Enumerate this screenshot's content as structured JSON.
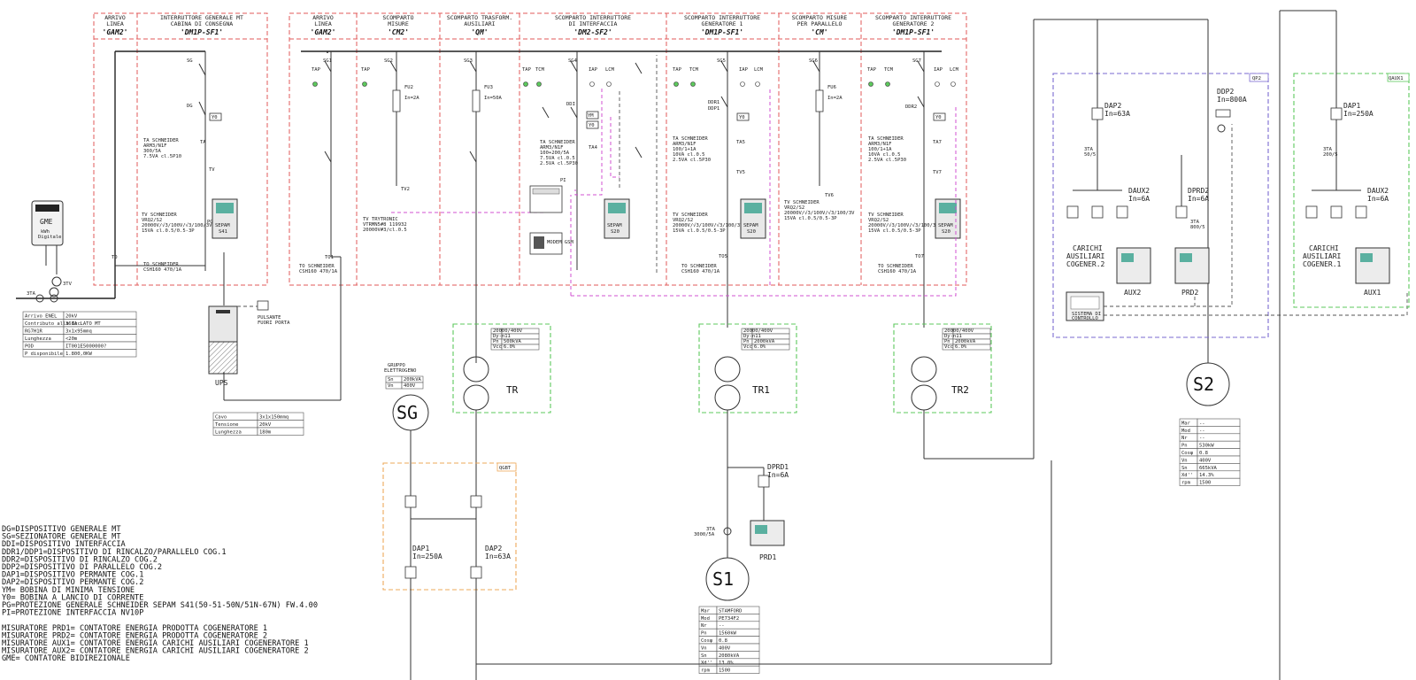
{
  "panels": [
    {
      "title": "ARRIVO\nLINEA",
      "name": "'GAM2'"
    },
    {
      "title": "INTERRUTTORE GENERALE MT\nCABINA DI CONSEGNA",
      "name": "'DM1P-SF1'"
    },
    {
      "title": "ARRIVO\nLINEA",
      "name": "'GAM2'"
    },
    {
      "title": "SCOMPARTO\nMISURE",
      "name": "'CM2'"
    },
    {
      "title": "SCOMPARTO TRASFORM.\nAUSILIARI",
      "name": "'QM'"
    },
    {
      "title": "SCOMPARTO INTERRUTTORE\nDI INTERFACCIA",
      "name": "'DM2-SF2'"
    },
    {
      "title": "SCOMPARTO INTERRUTTORE\nGENERATORE 1",
      "name": "'DM1P-SF1'"
    },
    {
      "title": "SCOMPARTO MISURE\nPER PARALLELO",
      "name": "'CM'"
    },
    {
      "title": "SCOMPARTO INTERRUTTORE\nGENERATORE 2",
      "name": "'DM1P-SF1'"
    }
  ],
  "labels": {
    "sg": "SG",
    "sg1": "SG1",
    "sg2": "SG2",
    "sg3": "SG3",
    "sg4": "SG4",
    "sg5": "SG5",
    "sg6": "SG6",
    "sg7": "SG7",
    "dg": "DG",
    "ddi": "DDI",
    "ddr1": "DDR1\nDDP1",
    "ddr2": "DDR2",
    "fu2": "FU2",
    "fu2v": "In=2A",
    "fu3": "FU3",
    "fu3v": "In=50A",
    "fu6": "FU6",
    "fu6v": "In=2A",
    "ta": "TA",
    "ta4": "TA4",
    "ta5": "TA5",
    "ta7": "TA7",
    "tv": "TV",
    "tv2": "TV2",
    "tv5": "TV5",
    "tv6": "TV6",
    "tv7": "TV7",
    "to": "TO",
    "to1": "TO1",
    "to5": "TO5",
    "to7": "TO7",
    "y0": "Y0",
    "ym": "YM",
    "pg": "PG",
    "pi": "PI",
    "tap": "TAP",
    "tcm": "TCM",
    "iap": "IAP",
    "lcm": "LCM",
    "sepam1": "SEPAM\nS41",
    "sepam2": "SEPAM\nS20",
    "sepam3": "SEPAM\nS20",
    "sepam4": "SEPAM\nS20",
    "gme_title": "GME",
    "gme_sub": "kWh\nDigitale",
    "ta3": "3TA",
    "tv3": "3TV",
    "ups": "UPS",
    "pulsante": "PULSANTE\nFUORI PORTA",
    "to_schneider": "TO SCHNEIDER\nCSH160 470/1A",
    "ta_schneider_1": "TA SCHNEIDER\nARM3/N1F\n300/5A\n7.5VA cl.5P10",
    "ta_schneider_4": "TA SCHNEIDER\nARM3/N1F\n100+200/5A\n7.5VA cl.0.5\n2.5VA cl.5P30",
    "ta_schneider_5": "TA SCHNEIDER\nARM3/N1F\n100/1+1A\n10VA cl.0.5\n2.5VA cl.5P30",
    "ta_schneider_7": "TA SCHNEIDER\nARM3/N1F\n100/1+1A\n10VA cl.0.5\n2.5VA cl.5P30",
    "tv_schneider_1": "TV SCHNEIDER\nVRQ2/S2\n20000V/√3/100V/√3/100/3V\n15VA cl.0.5/0.5-3P",
    "tv_schneider_2": "TV TRYTRONIC\nVTRMN5#8 119932\n20000V#3/cl.0.5",
    "tv_schneider_5": "TV SCHNEIDER\nVRQ2/S2\n20000V/√3/100V/√3/100/3V\n15VA cl.0.5/0.5-3P",
    "tv_schneider_6": "TV SCHNEIDER\nVRQ2/S2\n20000V/√3/100V/√3/100/3V\n15VA cl.0.5/0.5-3P",
    "tv_schneider_7": "TV SCHNEIDER\nVRQ2/S2\n20000V/√3/100V/√3/100/3V\n15VA cl.0.5/0.5-3P",
    "modem": "MODEM GSM",
    "tr": "TR",
    "tr1": "TR1",
    "tr2": "TR2",
    "sg_gen": "SG",
    "s1": "S1",
    "s2": "S2",
    "qgbt": "QGBT",
    "qp2": "QP2",
    "qaux1": "QAUX1",
    "dap1": "DAP1\nIn=250A",
    "dap2": "DAP2\nIn=63A",
    "dap1_r": "DAP1\nIn=250A",
    "dap2_r": "DAP2\nIn=63A",
    "ddp2": "DDP2\nIn=800A",
    "dprd1": "DPRD1\nIn=6A",
    "dprd2": "DPRD2\nIn=6A",
    "daux2a": "DAUX2\nIn=6A",
    "daux2b": "DAUX2\nIn=6A",
    "ta_50": "3TA\n50/5",
    "ta_800": "3TA\n800/5",
    "ta_200": "3TA\n200/5",
    "ta_3000": "3TA\n3000/5A",
    "carichi2": "CARICHI\nAUSILIARI\nCOGENER.2",
    "carichi1": "CARICHI\nAUSILIARI\nCOGENER.1",
    "aux1": "AUX1",
    "aux2": "AUX2",
    "prd1": "PRD1",
    "prd2": "PRD2",
    "gruppo": "GRUPPO\nELETTROGENO",
    "sistema": "SISTEMA DI\nCONTROLLO"
  },
  "tables": {
    "arrivo": [
      [
        "Arrivo ENEL",
        "20kV"
      ],
      [
        "Contributo\nalla Icc",
        "368A LATO MT"
      ],
      [
        "RG7H1R",
        "3x1x95mmq"
      ],
      [
        "Lunghezza",
        "<20m"
      ],
      [
        "POD",
        "IT001E5000000?"
      ],
      [
        "P disponibile",
        "1.800,0KW"
      ]
    ],
    "cavo": [
      [
        "Cavo",
        "3x1x150mmq"
      ],
      [
        "Tensione",
        "20kV"
      ],
      [
        "Lunghezza",
        "180m"
      ]
    ],
    "tr": [
      [
        "20000/400V",
        ""
      ],
      [
        "Dy-n11",
        ""
      ],
      [
        "Pn",
        "500kVA"
      ],
      [
        "Vcc",
        "6.0%"
      ]
    ],
    "tr1": [
      [
        "20000/400V",
        ""
      ],
      [
        "Dy-n11",
        ""
      ],
      [
        "Pn",
        "2000kVA"
      ],
      [
        "Vcc",
        "6.0%"
      ]
    ],
    "tr2": [
      [
        "20000/400V",
        ""
      ],
      [
        "Dy-n11",
        ""
      ],
      [
        "Pn",
        "2000kVA"
      ],
      [
        "Vcc",
        "6.0%"
      ]
    ],
    "gruppo": [
      [
        "Sn",
        "200kVA"
      ],
      [
        "Vn",
        "400V"
      ]
    ],
    "s1": [
      [
        "Mar",
        "STAMFORD"
      ],
      [
        "Mod",
        "PE734F2"
      ],
      [
        "Nr",
        "--"
      ],
      [
        "Pn",
        "1560kW"
      ],
      [
        "Cosφ",
        "0.8"
      ],
      [
        "Vn",
        "400V"
      ],
      [
        "Sn",
        "2080kVA"
      ],
      [
        "Xd''",
        "13.0%"
      ],
      [
        "rpm",
        "1500"
      ]
    ],
    "s2": [
      [
        "Mar",
        "--"
      ],
      [
        "Mod",
        "--"
      ],
      [
        "Nr",
        "--"
      ],
      [
        "Pn",
        "530kW"
      ],
      [
        "Cosφ",
        "0.8"
      ],
      [
        "Vn",
        "400V"
      ],
      [
        "Sn",
        "665kVA"
      ],
      [
        "Xd''",
        "14.3%"
      ],
      [
        "rpm",
        "1500"
      ]
    ]
  },
  "legend": [
    "DG=DISPOSITIVO GENERALE MT",
    "SG=SEZIONATORE GENERALE MT",
    "DDI=DISPOSITIVO INTERFACCIA",
    "DDR1/DDP1=DISPOSITIVO DI RINCALZO/PARALLELO COG.1",
    "DDR2=DISPOSITIVO DI RINCALZO COG.2",
    "DDP2=DISPOSITIVO DI PARALLELO COG.2",
    "DAP1=DISPOSITIVO PERMANTE COG.1",
    "DAP2=DISPOSITIVO PERMANTE COG.2",
    "YM= BOBINA DI MINIMA TENSIONE",
    "Y0= BOBINA A LANCIO DI CORRENTE",
    "PG=PROTEZIONE GENERALE SCHNEIDER SEPAM S41(50-51-50N/51N-67N) FW.4.00",
    "PI=PROTEZIONE INTERFACCIA NV10P",
    "",
    "MISURATORE PRD1= CONTATORE ENERGIA PRODOTTA COGENERATORE 1",
    "MISURATORE PRD2= CONTATORE ENERGIA PRODOTTA COGENERATORE 2",
    "MISURATORE AUX1= CONTATORE ENERGIA CARICHI AUSILIARI COGENERATORE 1",
    "MISURATORE AUX2= CONTATORE ENERGIA CARICHI AUSILIARI COGENERATORE 2",
    "GME= CONTATORE BIDIREZIONALE"
  ],
  "colors": {
    "red": "#e05a5a",
    "green": "#5cc85c",
    "orange": "#eda85a",
    "blue": "#7a6ad0",
    "magenta": "#d050d0",
    "line": "#333333"
  }
}
